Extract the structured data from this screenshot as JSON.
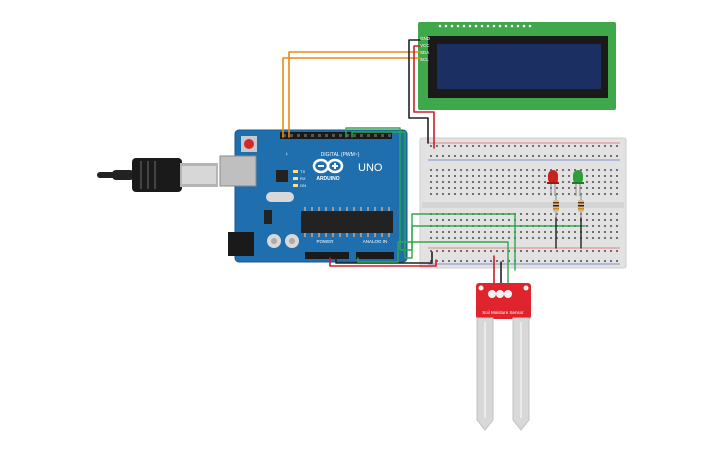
{
  "board": {
    "brand_text": "ARDUINO",
    "model_text": "UNO",
    "digital_header_label": "DIGITAL (PWM~)",
    "power_header_label": "POWER",
    "analog_header_label": "ANALOG IN",
    "tx_label": "TX",
    "rx_label": "RX",
    "on_label": "ON",
    "l_label": "L",
    "color": "#1f6fae"
  },
  "lcd": {
    "pin_labels": [
      "GND",
      "VCC",
      "SDA",
      "SCL"
    ],
    "board_color": "#3fa84a",
    "screen_color": "#1b2f63"
  },
  "sensor": {
    "label": "Soil Moisture Sensor",
    "board_color": "#e0242e"
  },
  "leds": [
    {
      "color_name": "red",
      "color": "#c8231c"
    },
    {
      "color_name": "green",
      "color": "#2e9e3a"
    }
  ],
  "wire_colors": {
    "i2c": "#e88a15",
    "ground": "#222222",
    "power": "#c8202b",
    "signal": "#2ea84a",
    "led": "#2ea84a"
  }
}
